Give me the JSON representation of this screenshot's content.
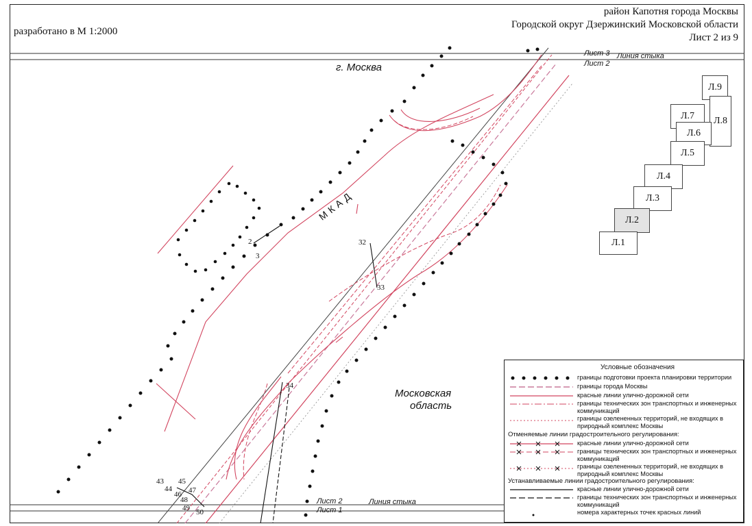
{
  "header": {
    "district": "район Капотня города Москвы",
    "okrug": "Городской округ Дзержинский Московской области",
    "sheet": "Лист 2 из 9",
    "scale": "разработано в М 1:2000"
  },
  "map": {
    "moscow_label": "г. Москва",
    "oblast_label_line1": "Московская",
    "oblast_label_line2": "область",
    "mkad_label": "МКАД",
    "top_sheet_above": "Лист 3",
    "top_sheet_below": "Лист 2",
    "top_junction": "Линия стыка",
    "bottom_sheet_above": "Лист 2",
    "bottom_sheet_below": "Лист 1",
    "bottom_junction": "Линия стыка",
    "points": [
      "2",
      "3",
      "32",
      "33",
      "34",
      "43",
      "44",
      "45",
      "46",
      "47",
      "48",
      "49",
      "50"
    ]
  },
  "sheet_index": [
    "Л.9",
    "Л.8",
    "Л.7",
    "Л.6",
    "Л.5",
    "Л.4",
    "Л.3",
    "Л.2",
    "Л.1"
  ],
  "legend": {
    "title": "Условные обозначения",
    "items": [
      "границы подготовки проекта планировки территории",
      "границы города Москвы",
      "красные линии улично-дорожной сети",
      "границы технических зон транспортных и инженерных коммуникаций",
      "границы озелененных территорий, не входящих в природный комплекс Москвы"
    ],
    "cancelled_title": "Отменяемые линии градостроительного регулирования:",
    "cancelled": [
      "красные линии улично-дорожной сети",
      "границы технических зон транспортных и инженерных коммуникаций",
      "границы озелененных территорий, не входящих в природный комплекс Москвы"
    ],
    "established_title": "Устанавливаемые линии градостроительного регулирования:",
    "established": [
      "красные линии улично-дорожной сети",
      "границы технических зон транспортных и инженерных коммуникаций",
      "номера характерных точек красных линий"
    ]
  },
  "colors": {
    "red": "#d2455f",
    "pink": "#c9789a",
    "black": "#111111"
  }
}
